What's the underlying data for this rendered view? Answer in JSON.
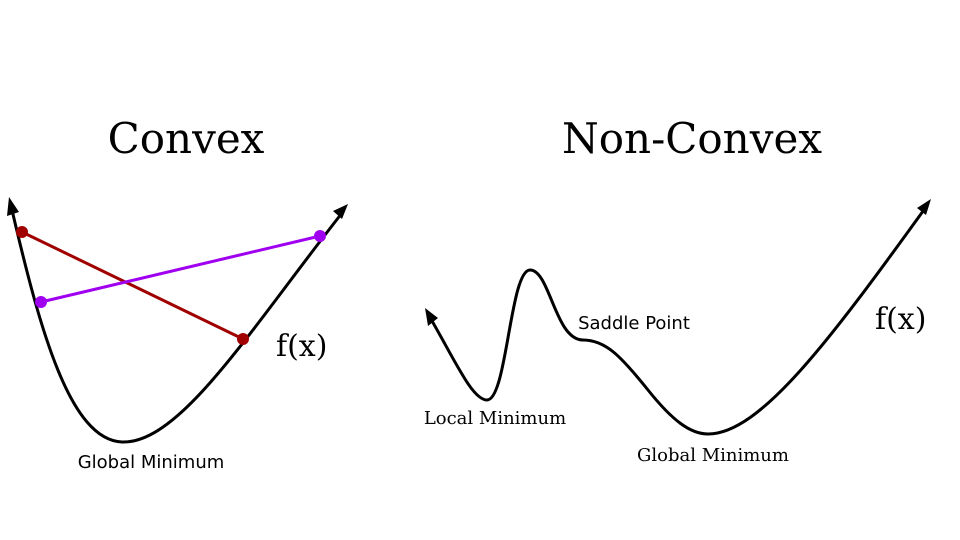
{
  "convex": {
    "title": "Convex",
    "function_label": "f(x)",
    "minimum_label": "Global Minimum"
  },
  "non_convex": {
    "title": "Non-Convex",
    "function_label": "f(x)",
    "local_minimum_label": "Local Minimum",
    "saddle_label": "Saddle Point",
    "global_minimum_label": "Global Minimum"
  },
  "colors": {
    "curve": "#000000",
    "chord_red": "#a00000",
    "chord_purple": "#a000f0",
    "point_red": "#a00000",
    "point_purple": "#a000f0"
  }
}
